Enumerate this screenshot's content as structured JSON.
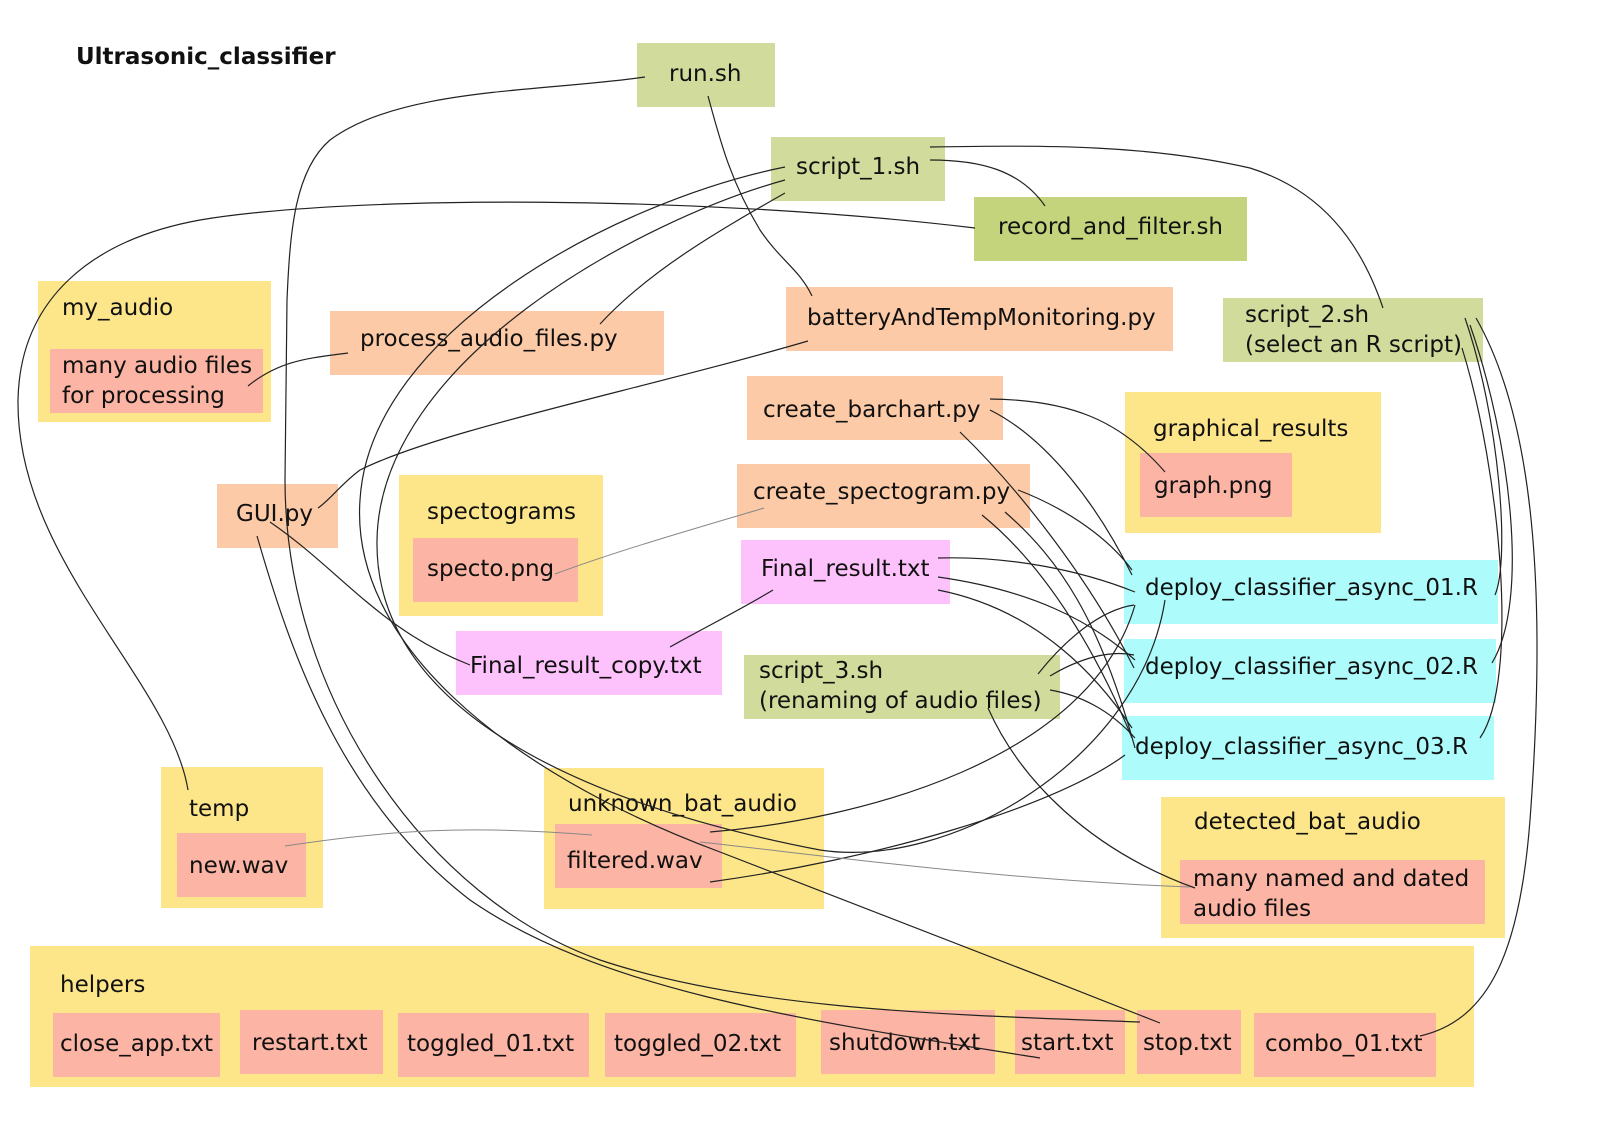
{
  "title": "Ultrasonic_classifier",
  "folders": {
    "my_audio": "my_audio",
    "spectograms": "spectograms",
    "graphical_results": "graphical_results",
    "temp": "temp",
    "unknown_bat_audio": "unknown_bat_audio",
    "detected_bat_audio": "detected_bat_audio",
    "helpers": "helpers"
  },
  "scripts": {
    "run": "run.sh",
    "script_1": "script_1.sh",
    "record_and_filter": "record_and_filter.sh",
    "script_2": "script_2.sh\n(select an R script)",
    "script_3": "script_3.sh\n(renaming of audio files)"
  },
  "python": {
    "process_audio_files": "process_audio_files.py",
    "battery": "batteryAndTempMonitoring.py",
    "create_barchart": "create_barchart.py",
    "create_spectogram": "create_spectogram.py",
    "gui": "GUI.py"
  },
  "text_files": {
    "final_result": "Final_result.txt",
    "final_result_copy": "Final_result_copy.txt"
  },
  "r_scripts": {
    "deploy_01": "deploy_classifier_async_01.R",
    "deploy_02": "deploy_classifier_async_02.R",
    "deploy_03": "deploy_classifier_async_03.R"
  },
  "files": {
    "many_audio": "many audio files\nfor processing",
    "specto": "specto.png",
    "graph": "graph.png",
    "new_wav": "new.wav",
    "filtered_wav": "filtered.wav",
    "many_named": "many named and dated\naudio files"
  },
  "helpers": [
    "close_app.txt",
    "restart.txt",
    "toggled_01.txt",
    "toggled_02.txt",
    "shutdown.txt",
    "start.txt",
    "stop.txt",
    "combo_01.txt"
  ],
  "colors": {
    "folder": "#fde68a",
    "file": "#fcb4a4",
    "shell": "#d1db9b",
    "python": "#fccaa6",
    "text": "#fdc2fb",
    "r": "#adfbfb"
  }
}
